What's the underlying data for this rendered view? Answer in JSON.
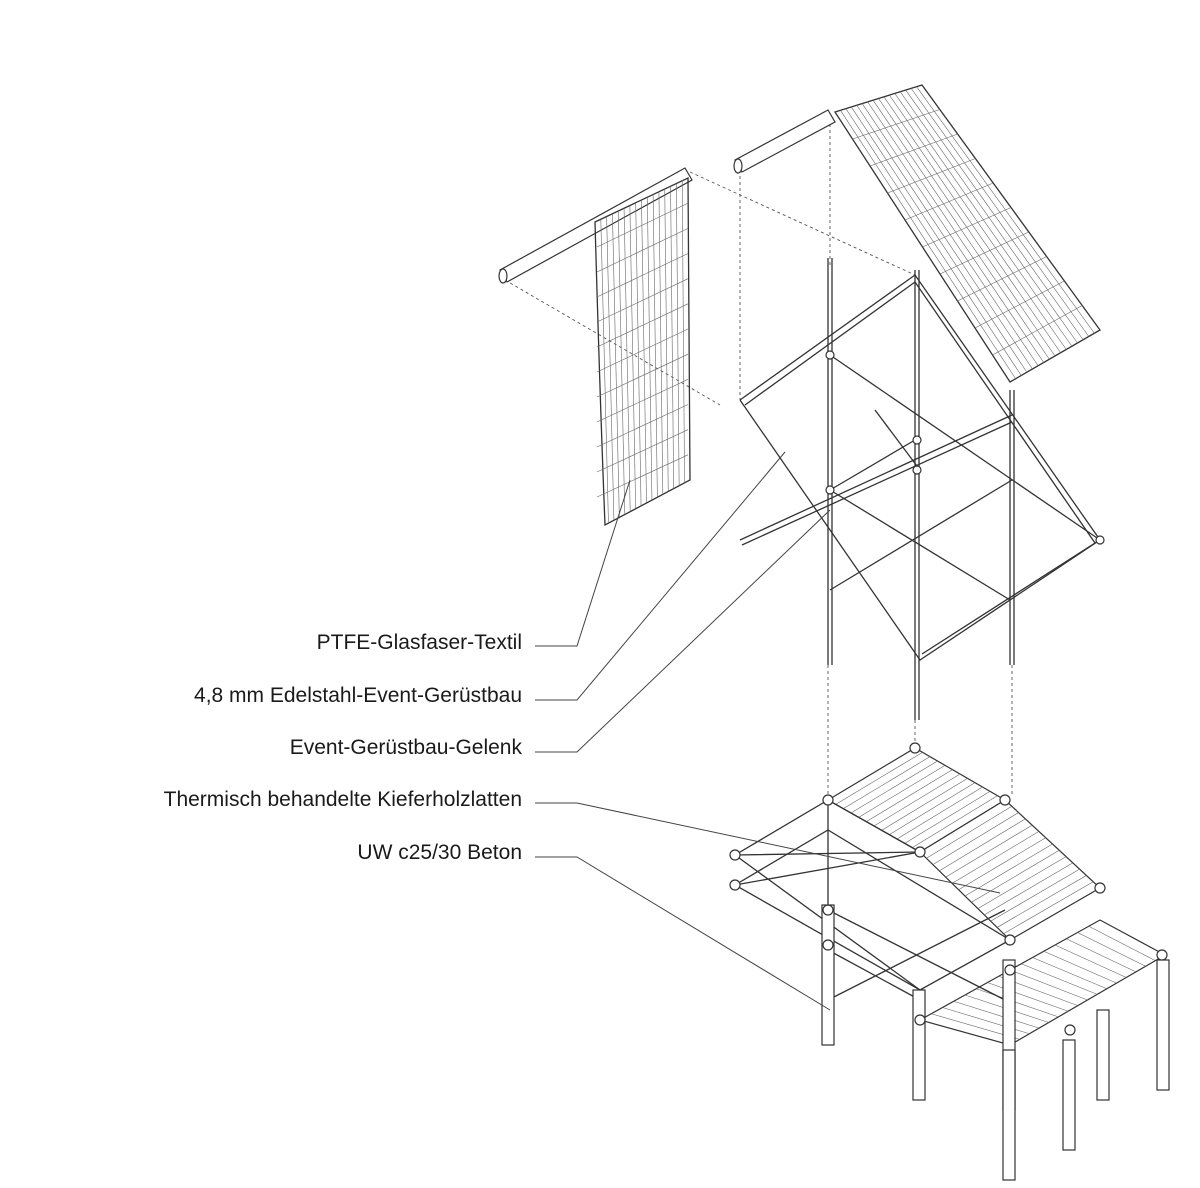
{
  "labels": [
    "PTFE-Glasfaser-Textil",
    "4,8 mm Edelstahl-Event-Gerüstbau",
    "Event-Gerüstbau-Gelenk",
    "Thermisch behandelte Kieferholzlatten",
    "UW c25/30 Beton"
  ]
}
